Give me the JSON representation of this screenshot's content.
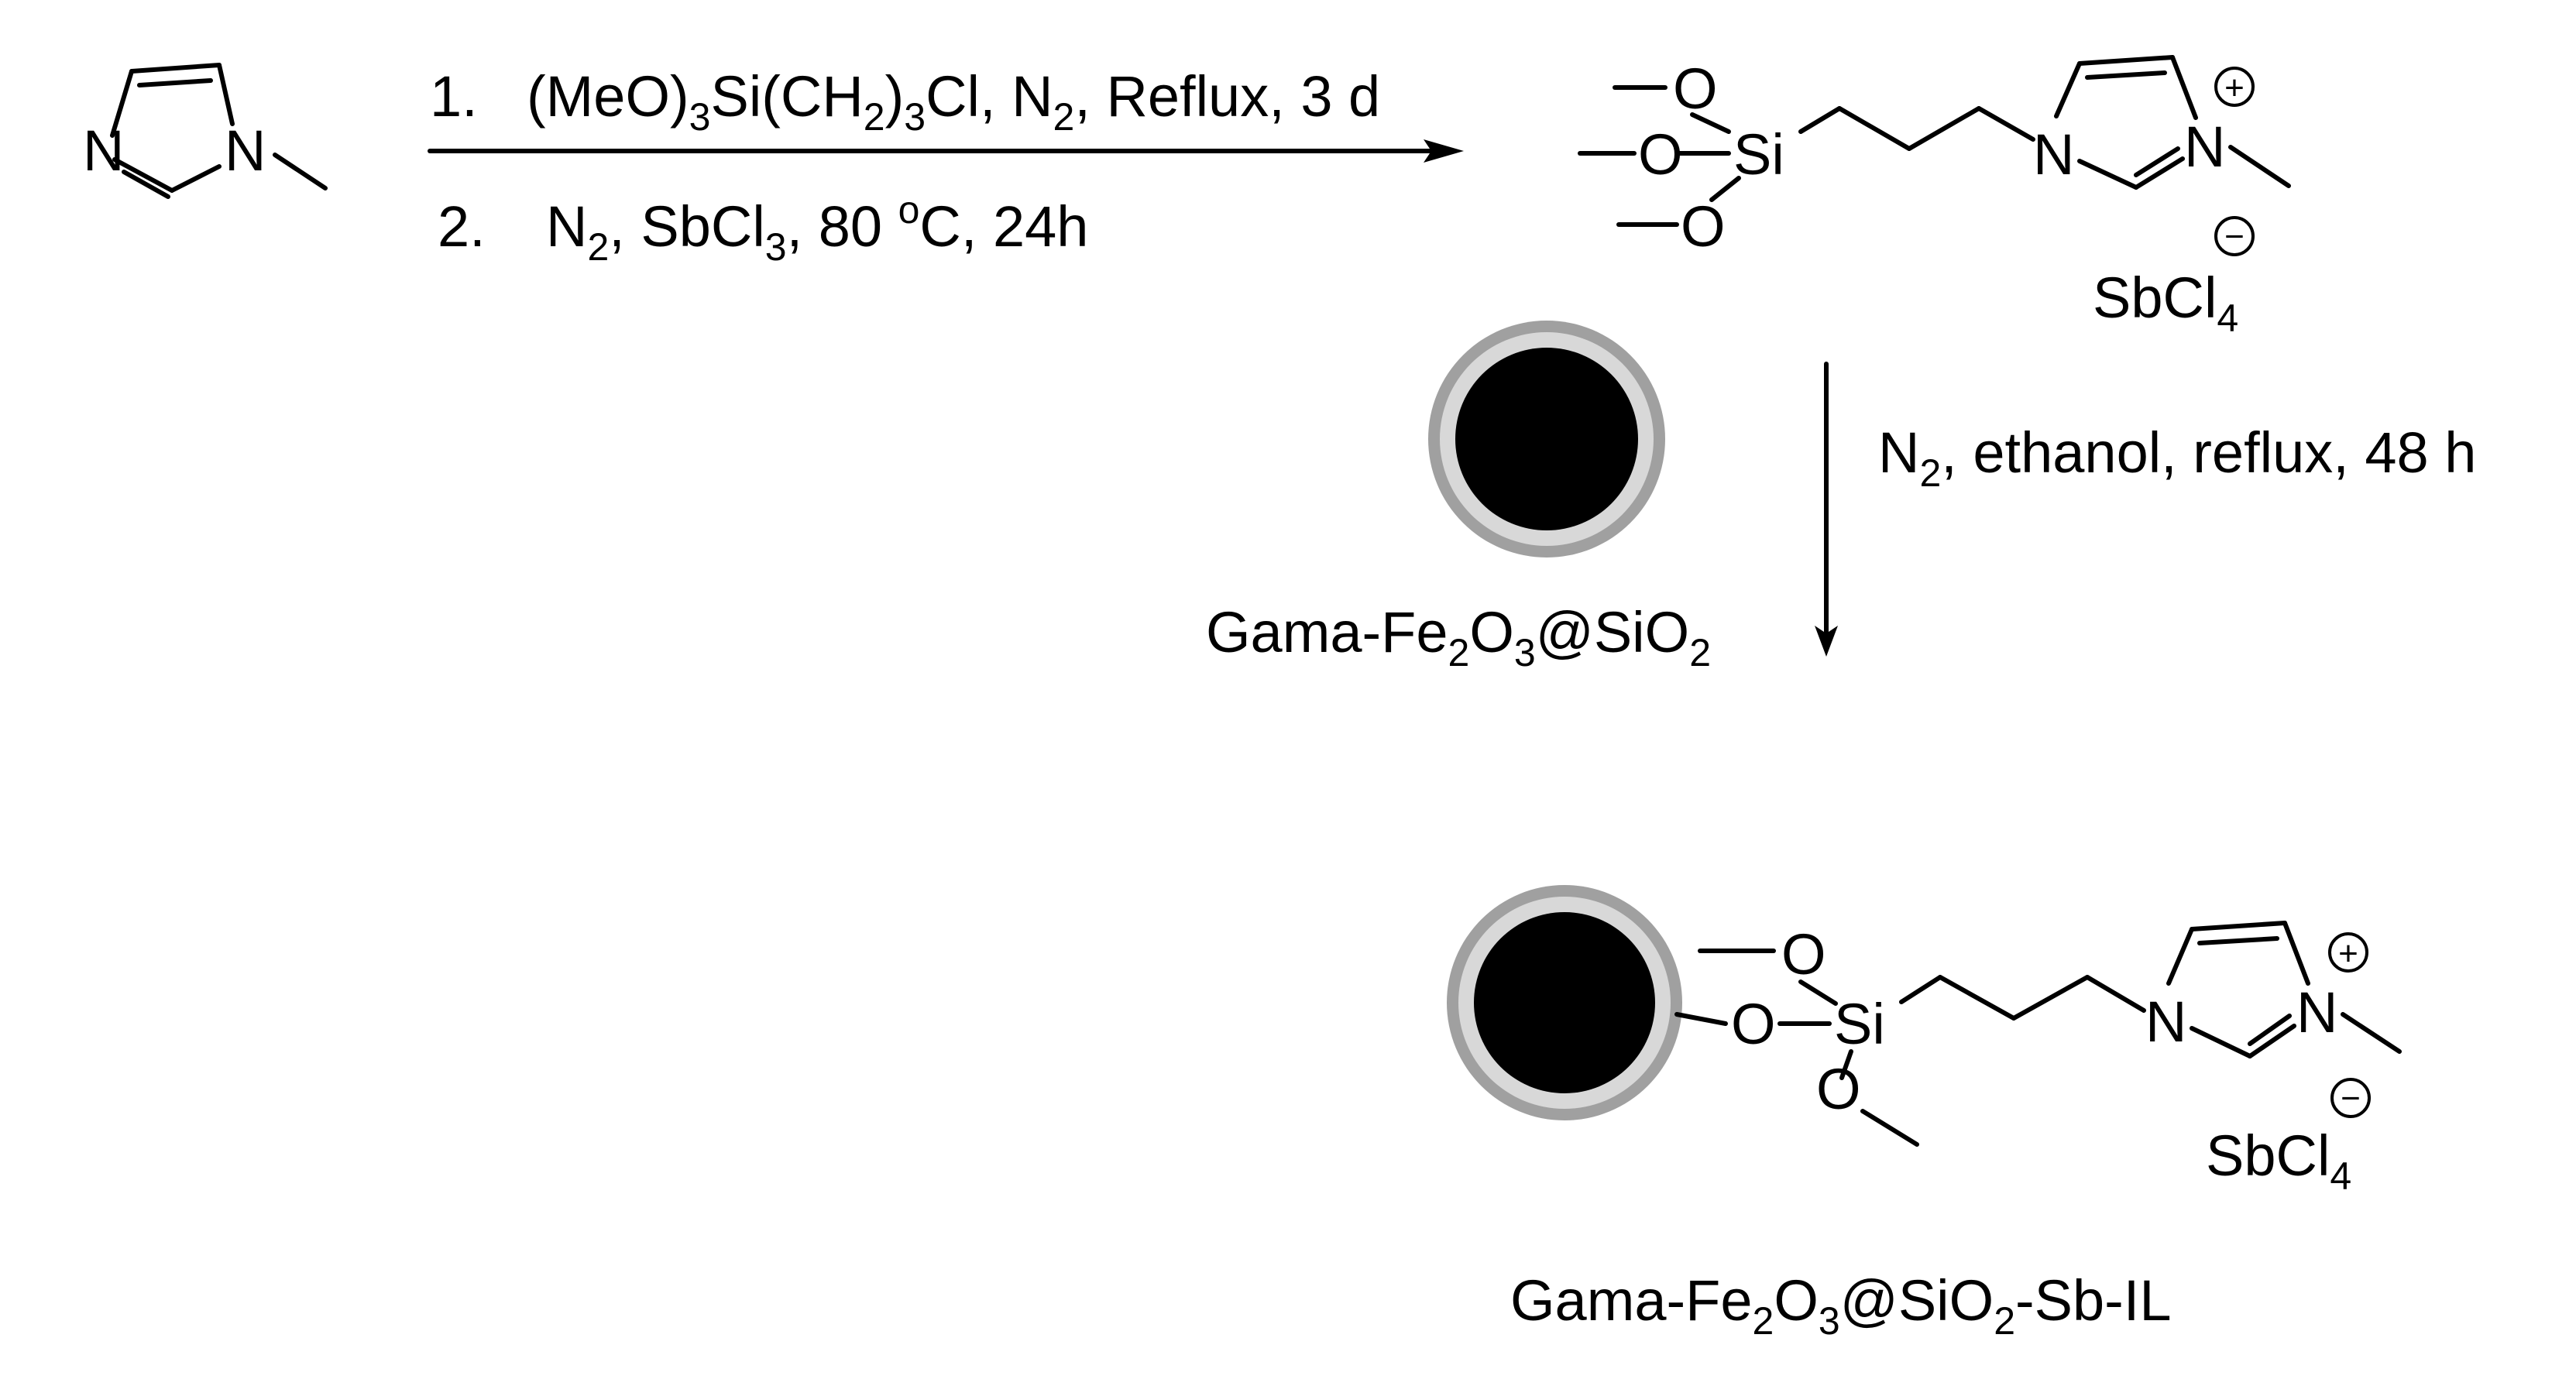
{
  "scheme": {
    "step1": {
      "num": "1.",
      "pre": "(MeO)",
      "s1": "3",
      "mid1": "Si(CH",
      "s2": "2",
      "mid2": ")",
      "s3": "3",
      "mid3": "Cl, N",
      "s4": "2",
      "post": ", Reflux, 3 d"
    },
    "step2": {
      "num": "2.",
      "a": "N",
      "s1": "2",
      "b": ", SbCl",
      "s2": "3",
      "c": ", 80 ",
      "sup": "o",
      "d": "C, 24h"
    },
    "step3": {
      "a": "N",
      "s1": "2",
      "b": ", ethanol, reflux, 48 h"
    },
    "support_label": {
      "a": "Gama-Fe",
      "s1": "2",
      "b": "O",
      "s2": "3",
      "c": "@SiO",
      "s3": "2"
    },
    "product_label": {
      "a": "Gama-Fe",
      "s1": "2",
      "b": "O",
      "s2": "3",
      "c": "@SiO",
      "s3": "2",
      "d": "-Sb-IL"
    },
    "atoms": {
      "N": "N",
      "O": "O",
      "Si": "Si",
      "plus": "+",
      "minus": "−"
    },
    "counter_anion": {
      "a": "SbCl",
      "s": "4"
    }
  }
}
